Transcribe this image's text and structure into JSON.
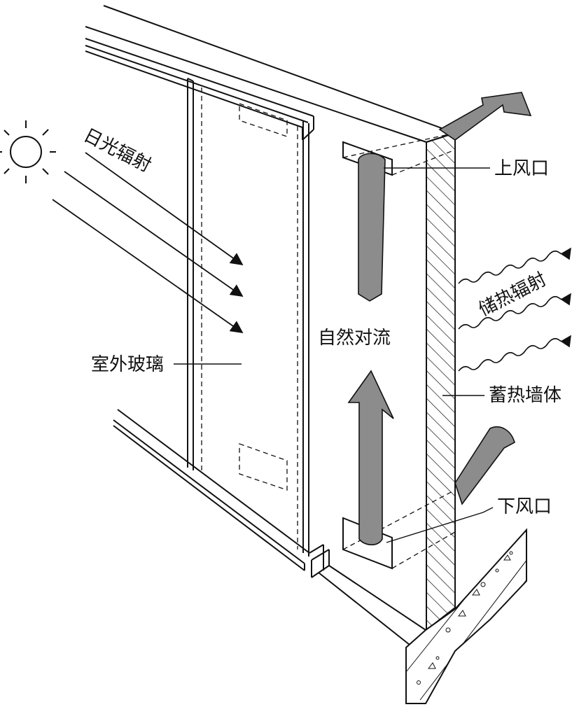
{
  "labels": {
    "solar_radiation": "日光辐射",
    "upper_vent": "上风口",
    "stored_heat_radiation": "储热辐射",
    "natural_convection": "自然对流",
    "outdoor_glass": "室外玻璃",
    "thermal_storage_wall": "蓄热墙体",
    "lower_vent": "下风口"
  },
  "colors": {
    "line": "#111111",
    "arrow_fill": "#8c8c8c",
    "background": "#ffffff"
  }
}
